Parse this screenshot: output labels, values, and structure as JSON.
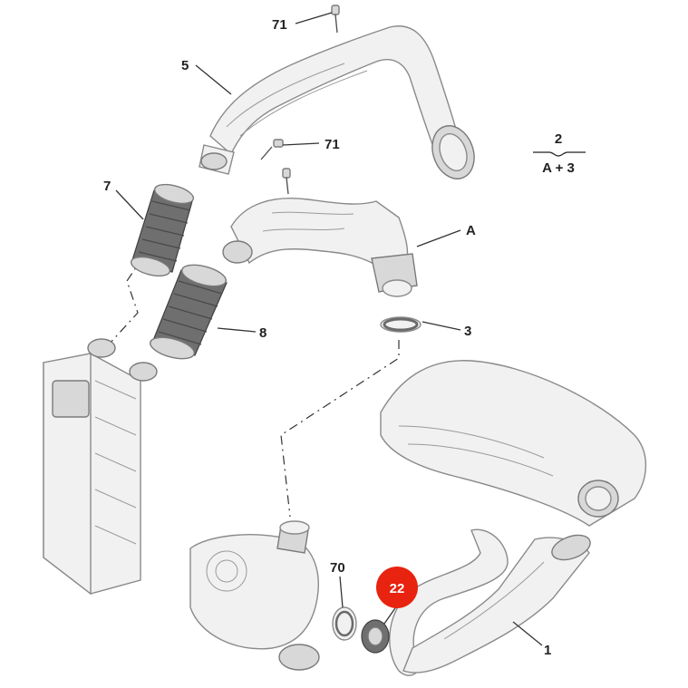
{
  "callouts": {
    "p71a": "71",
    "p5": "5",
    "p71b": "71",
    "p7": "7",
    "pA": "A",
    "p3": "3",
    "p8": "8",
    "p70": "70",
    "p22": "22",
    "p1": "1"
  },
  "formula": {
    "numerator": "2",
    "denominator": "A + 3"
  },
  "colors": {
    "highlight": "#e8230f"
  }
}
